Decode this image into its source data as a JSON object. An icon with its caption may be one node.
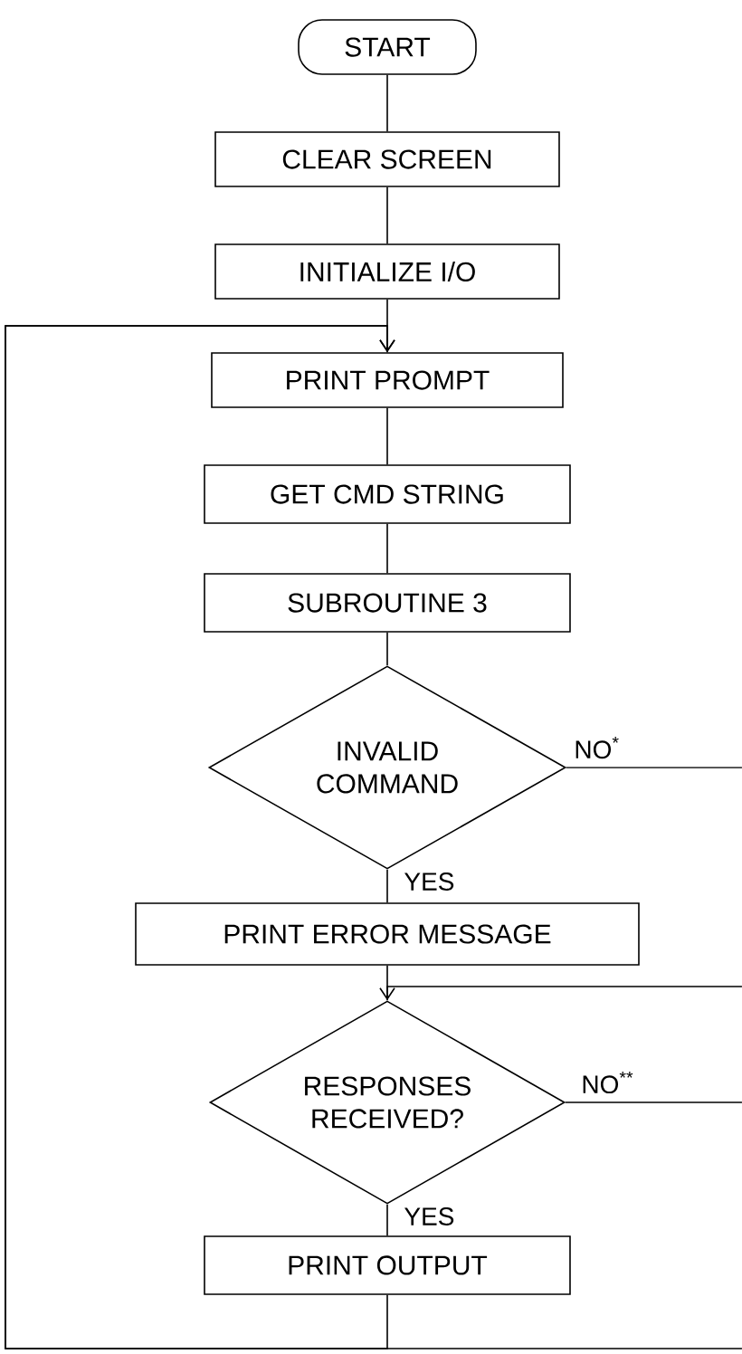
{
  "diagram": {
    "nodes": [
      {
        "text": [
          "START"
        ]
      },
      {
        "text": [
          "CLEAR SCREEN"
        ]
      },
      {
        "text": [
          "INITIALIZE I/O"
        ]
      },
      {
        "text": [
          "PRINT PROMPT"
        ]
      },
      {
        "text": [
          "GET CMD STRING"
        ]
      },
      {
        "text": [
          "SUBROUTINE 3"
        ]
      },
      {
        "text": [
          "INVALID COMMAND"
        ]
      },
      {
        "text": [
          "PRINT ERROR MESSAGE"
        ]
      },
      {
        "text": [
          "RESPONSES RECEIVED?"
        ]
      },
      {
        "text": [
          "PRINT OUTPUT"
        ]
      }
    ],
    "edges": [
      {
        "from": 0,
        "to": 1,
        "arrow": "none"
      },
      {
        "from": 1,
        "to": 2,
        "arrow": "none"
      },
      {
        "from": 2,
        "to": 3,
        "arrow": "none"
      },
      {
        "from": 3,
        "to": 4,
        "arrow": "none"
      },
      {
        "from": 4,
        "to": 5,
        "arrow": "none"
      },
      {
        "from": 5,
        "to": 6,
        "arrow": "none"
      },
      {
        "from": 6,
        "to": 7,
        "arrow": "none",
        "label": "YES"
      },
      {
        "from": 6,
        "to": null,
        "arrow": "none",
        "label": "NO$^{*}$"
      },
      {
        "from": null,
        "to": 8,
        "arrow": "to"
      },
      {
        "from": 7,
        "to": 8,
        "arrow": "none"
      },
      {
        "from": 8,
        "to": 9,
        "arrow": "none",
        "label": "YES"
      },
      {
        "from": 8,
        "to": null,
        "arrow": "none",
        "label": "NO$^{**}$"
      },
      {
        "from": 9,
        "to": 3,
        "arrow": "to"
      },
      {
        "from": null,
        "to": 3,
        "arrow": "to"
      }
    ]
  }
}
